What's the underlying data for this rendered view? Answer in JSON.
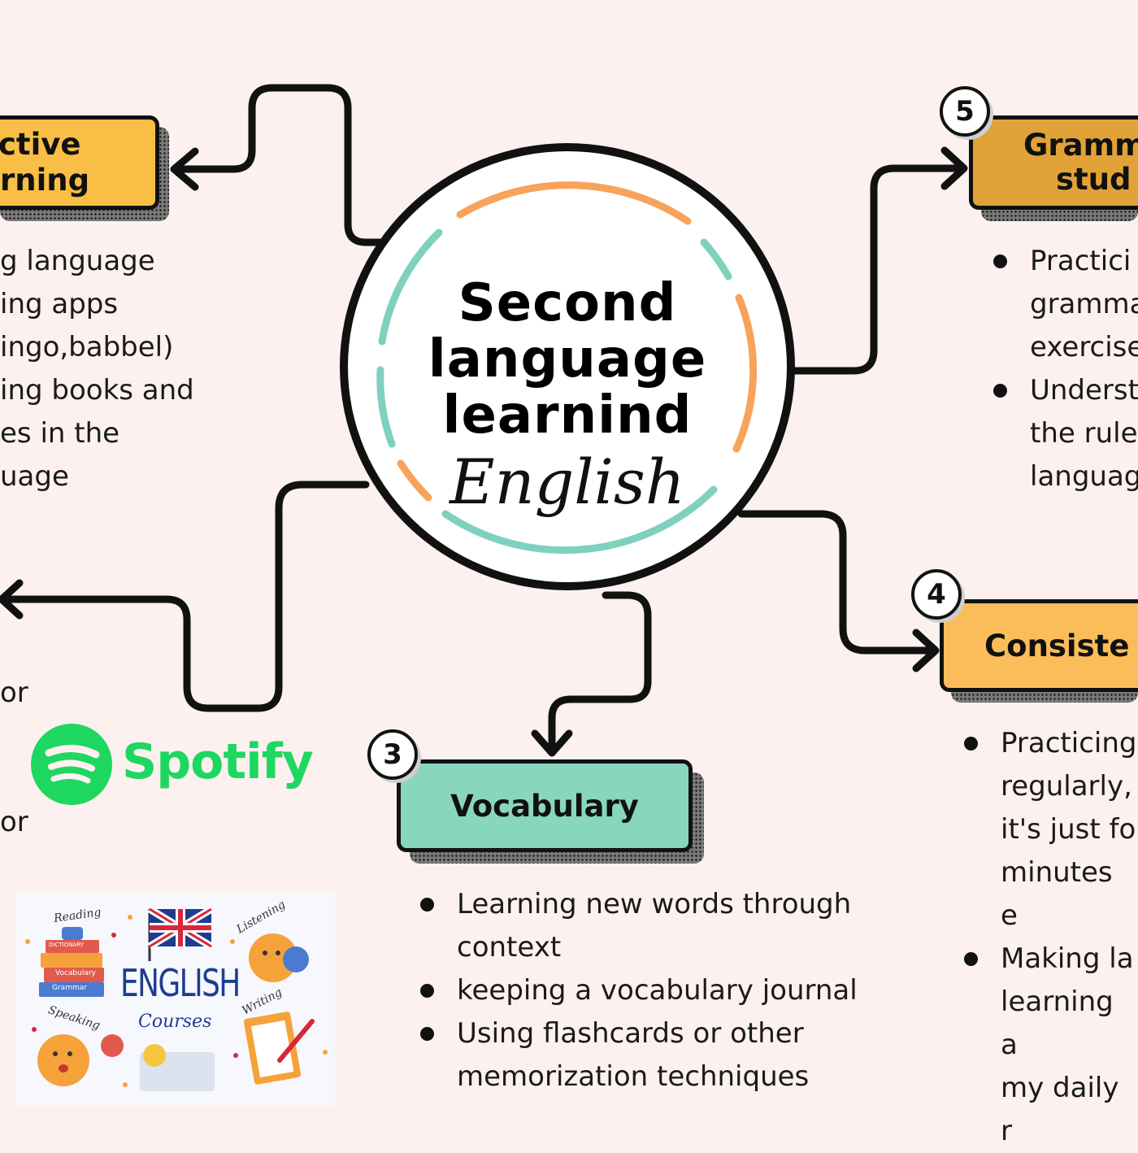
{
  "center": {
    "title_lines": [
      "Second",
      "language",
      "learnind"
    ],
    "subtitle": "English"
  },
  "nodes": [
    {
      "id": "interactive",
      "title_lines": [
        "ctive",
        "rning"
      ],
      "fill": "#f9be45"
    },
    {
      "id": "grammar",
      "number": "5",
      "title_lines": [
        "Gramm",
        "stud"
      ],
      "fill": "#e1a237"
    },
    {
      "id": "consistency",
      "number": "4",
      "title_lines": [
        "Consiste"
      ],
      "fill": "#fbbd5a"
    },
    {
      "id": "vocabulary",
      "number": "3",
      "title_lines": [
        "Vocabulary"
      ],
      "fill": "#89d6bf"
    }
  ],
  "left_text": [
    "g language",
    "ing apps",
    "ingo,babbel)",
    "ing books and",
    "es in the",
    "uage"
  ],
  "left_fragments": [
    "or",
    "or"
  ],
  "grammar_bullets": [
    [
      "Practici",
      "gramma",
      "exercise"
    ],
    [
      "Underst",
      "the rule",
      "languag"
    ]
  ],
  "consistency_bullets": [
    [
      "Practicing",
      "regularly,",
      "it's just fo",
      "minutes e"
    ],
    [
      "Making la",
      "learning a",
      "my daily r"
    ]
  ],
  "vocabulary_bullets": [
    [
      "Learning new words through",
      "context"
    ],
    [
      "keeping a vocabulary journal"
    ],
    [
      "Using flashcards or other",
      "memorization techniques"
    ]
  ],
  "spotify": {
    "label": "Spotify",
    "color": "#1ed760"
  },
  "illustration": {
    "heading": "ENGLISH",
    "sub": "Courses",
    "tags": [
      "Reading",
      "Listening",
      "Writing",
      "Speaking"
    ],
    "books": [
      "DICTIONARY",
      "Vocabulary",
      "Grammar"
    ]
  },
  "colors": {
    "background": "#fcf1ef",
    "ring_orange": "#f7a35c",
    "ring_teal": "#7fd1bd",
    "outline": "#111111"
  }
}
